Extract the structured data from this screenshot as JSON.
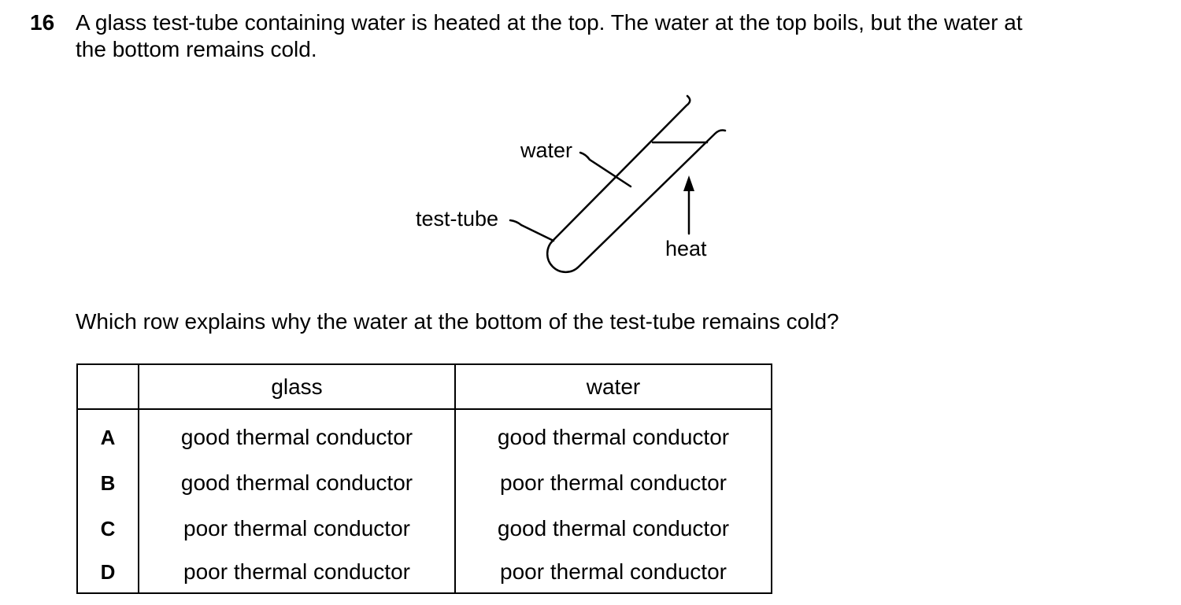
{
  "question": {
    "number": "16",
    "stem_line1": "A glass test-tube containing water is heated at the top. The water at the top boils, but the water at",
    "stem_line2": "the bottom remains cold.",
    "prompt": "Which row explains why the water at the bottom of the test-tube remains cold?"
  },
  "diagram": {
    "labels": {
      "water": "water",
      "test_tube": "test-tube",
      "heat": "heat"
    }
  },
  "table": {
    "headers": [
      "",
      "glass",
      "water"
    ],
    "rows": [
      {
        "letter": "A",
        "glass": "good thermal conductor",
        "water": "good thermal conductor"
      },
      {
        "letter": "B",
        "glass": "good thermal conductor",
        "water": "poor thermal conductor"
      },
      {
        "letter": "C",
        "glass": "poor thermal conductor",
        "water": "good thermal conductor"
      },
      {
        "letter": "D",
        "glass": "poor thermal conductor",
        "water": "poor thermal conductor"
      }
    ]
  }
}
